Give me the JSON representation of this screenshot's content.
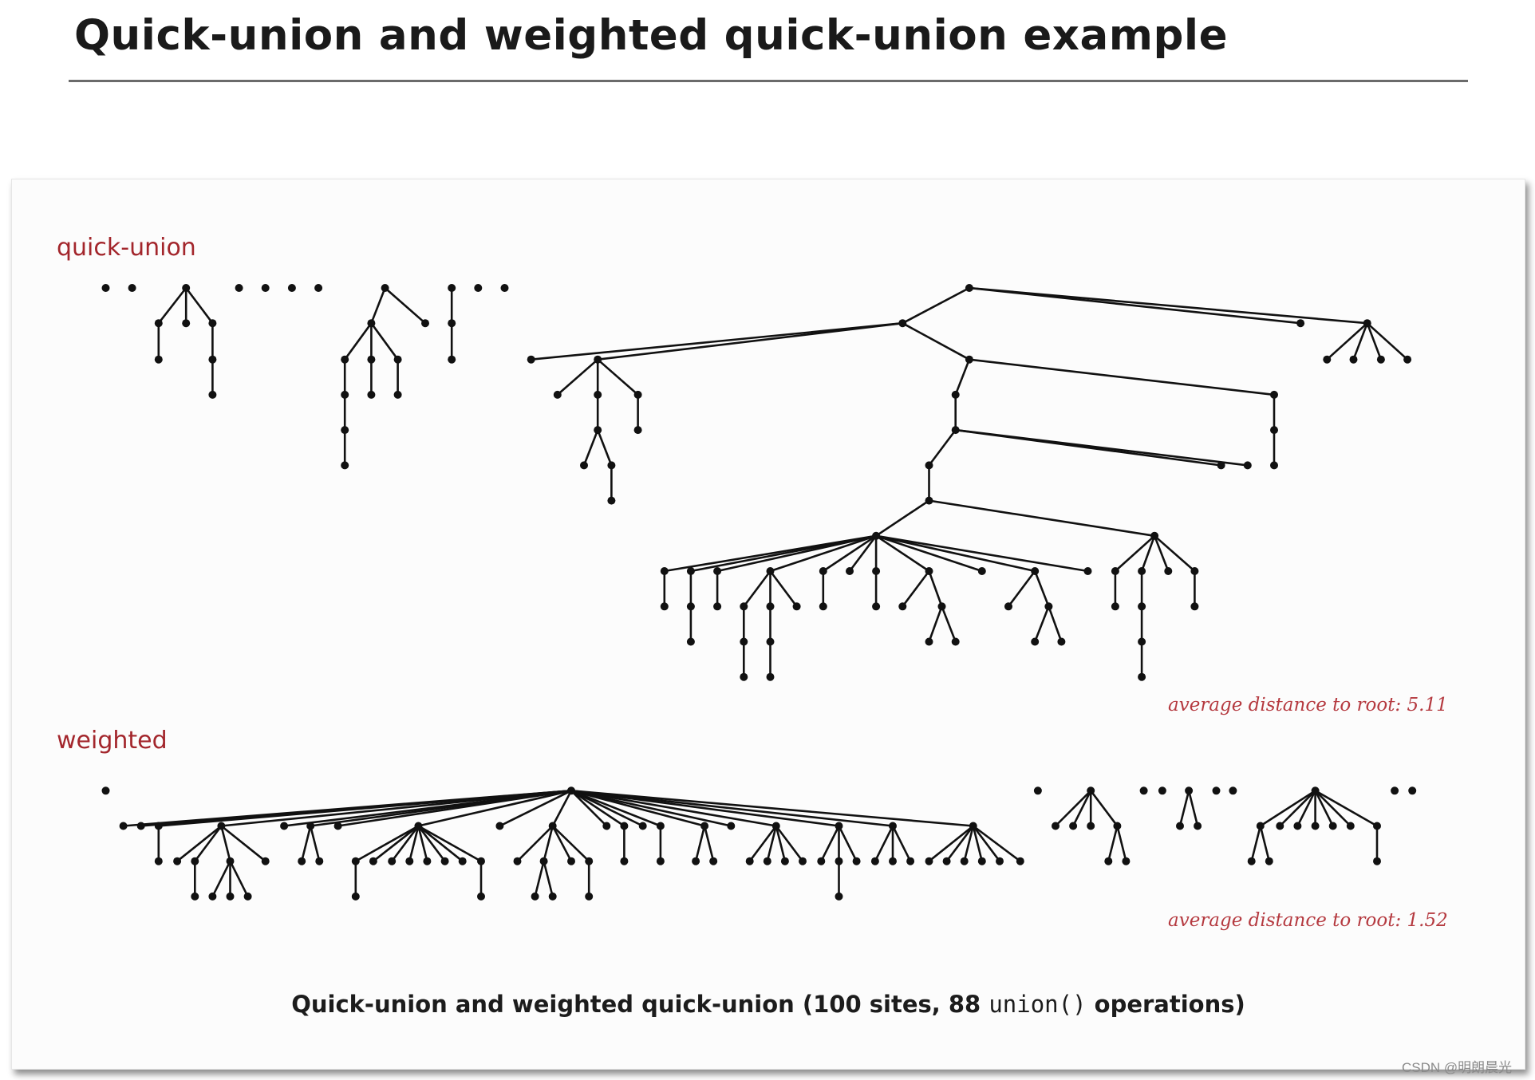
{
  "slide": {
    "title": "Quick-union and weighted quick-union example"
  },
  "figure": {
    "quick_union_label": "quick-union",
    "weighted_label": "weighted",
    "quick_union_avg": "average distance to root: 5.11",
    "weighted_avg": "average distance to root: 1.52",
    "caption": {
      "before": "Quick-union and weighted quick-union (100 sites, 88 ",
      "code": "union()",
      "after": " operations)"
    }
  },
  "watermark": "CSDN @明朗晨光",
  "colors": {
    "label_red": "#a3262c",
    "tree_black": "#111111"
  }
}
